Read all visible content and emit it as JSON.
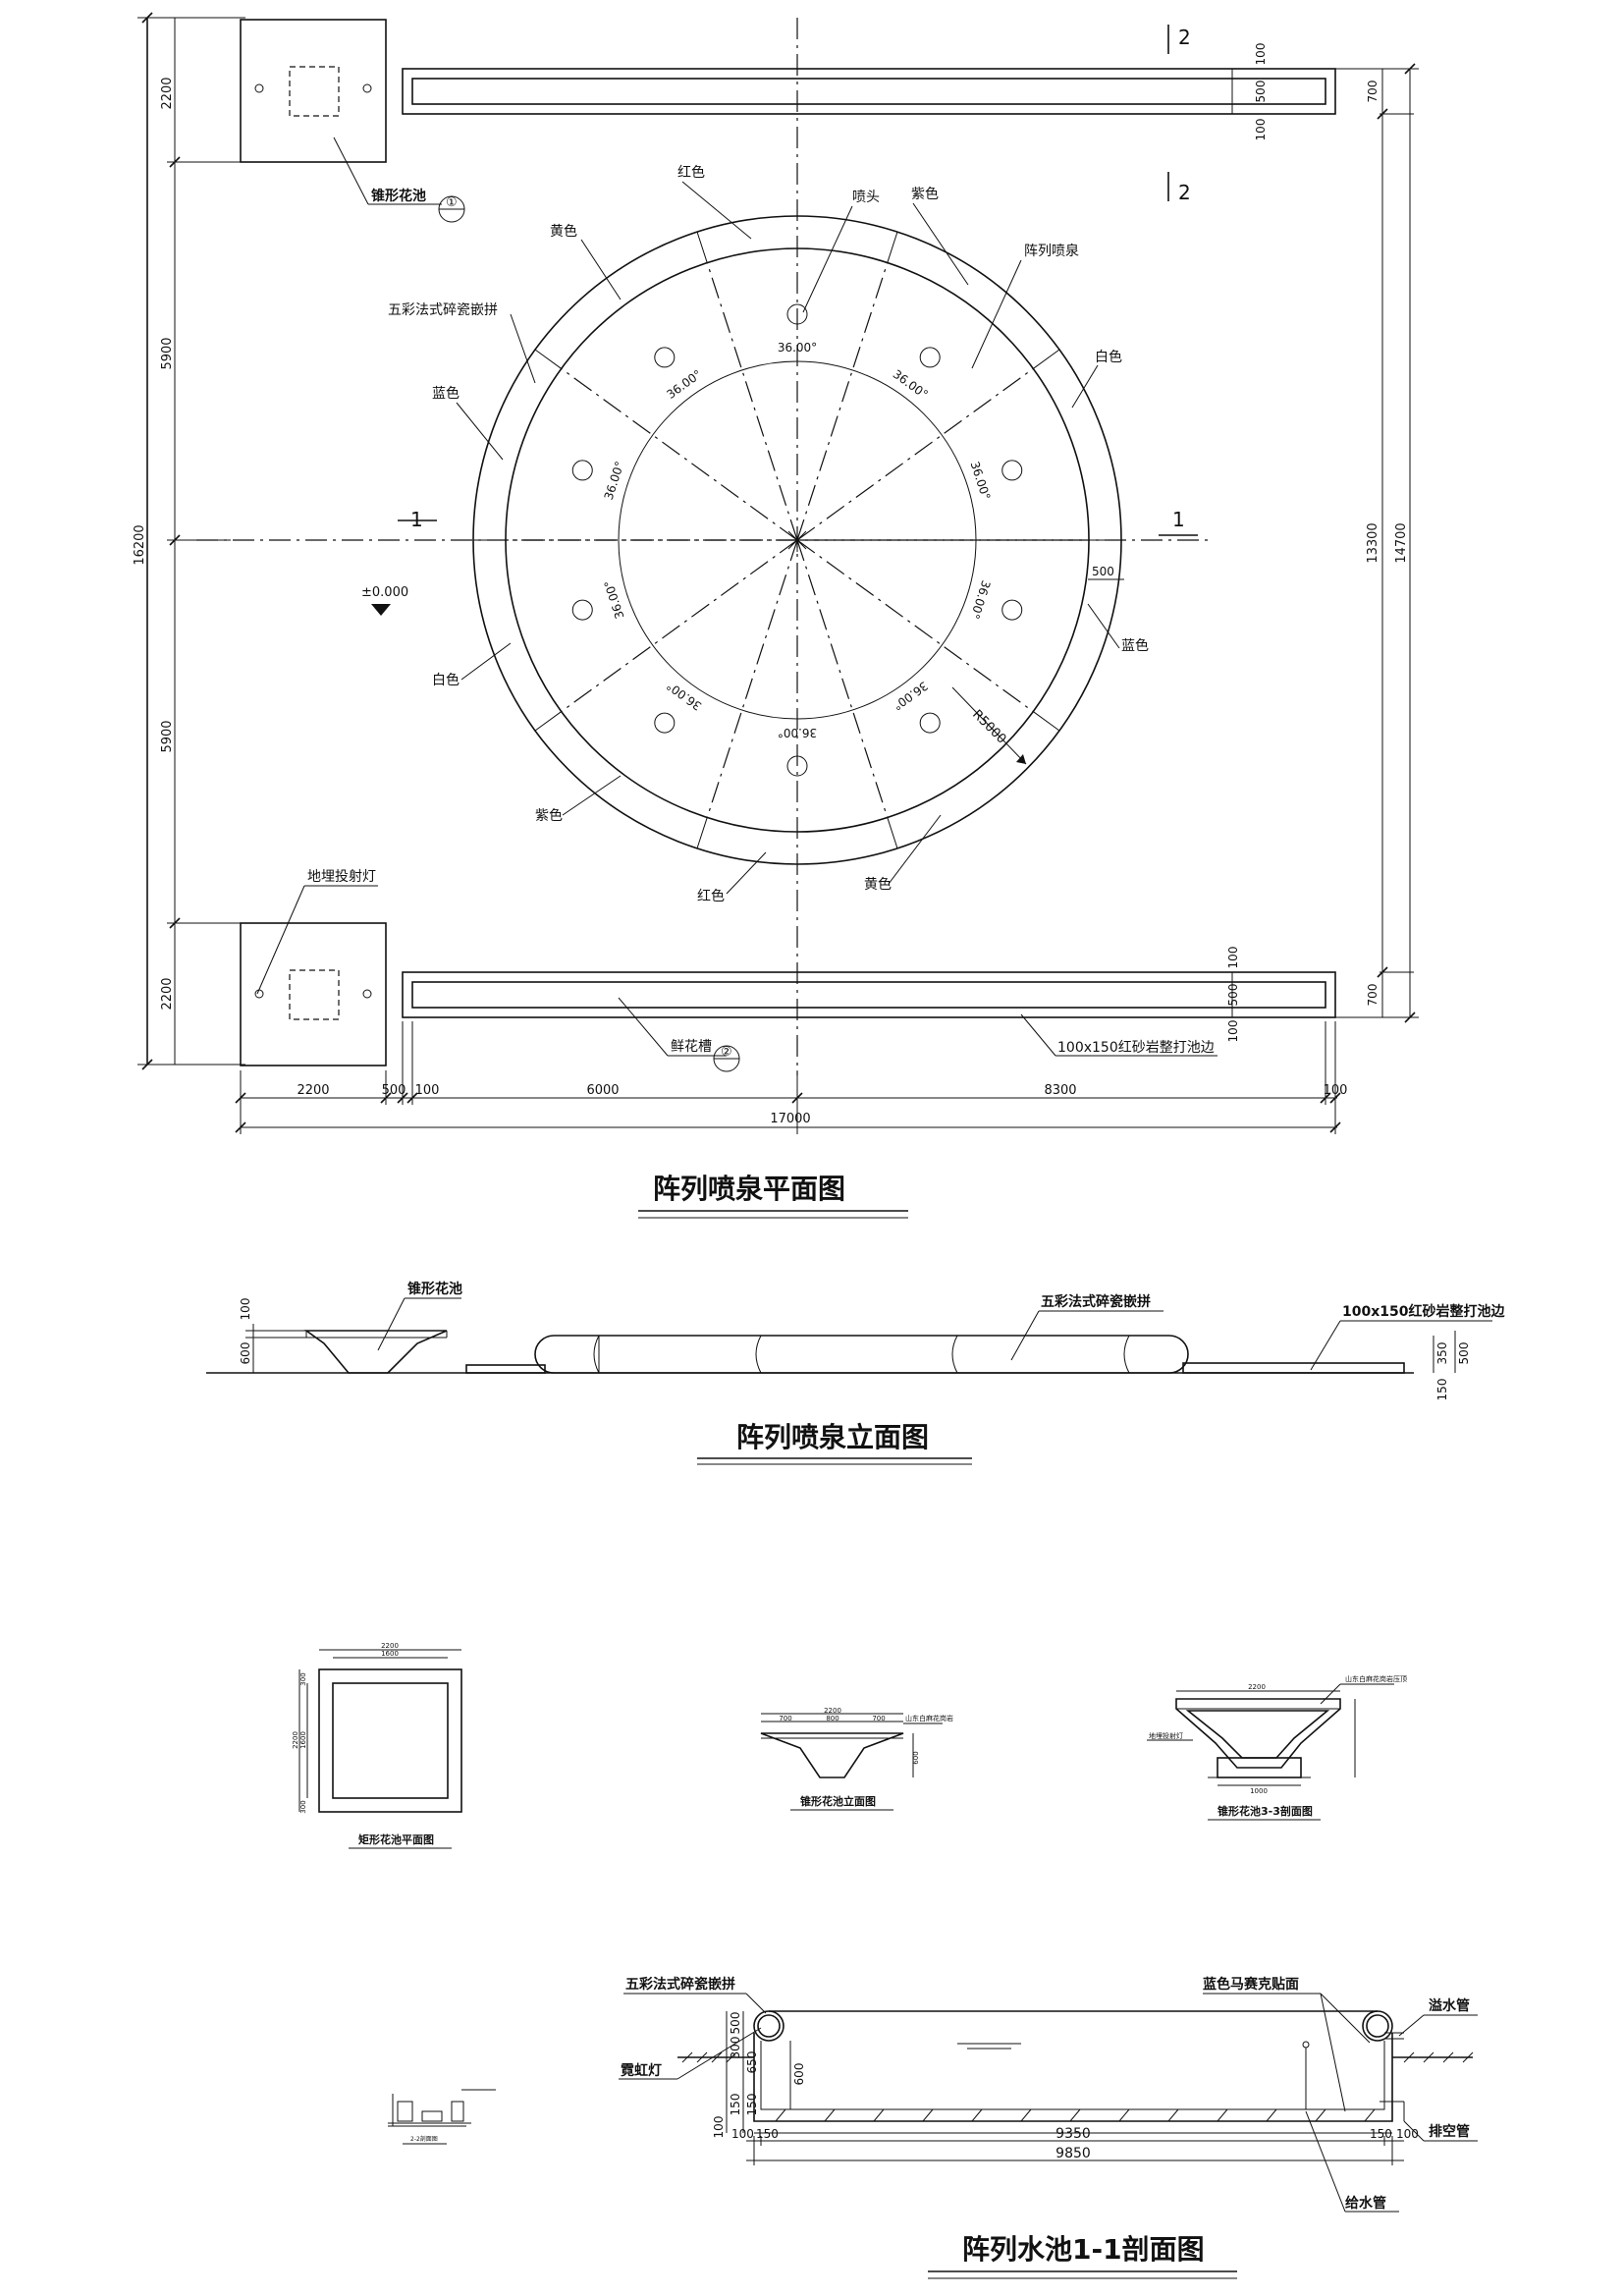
{
  "plan": {
    "title": "阵列喷泉平面图",
    "labels": {
      "cone_pool": "锥形花池",
      "cone_pool_ref": "①",
      "red_top": "红色",
      "nozzle": "喷头",
      "purple_top": "紫色",
      "array_fountain": "阵列喷泉",
      "yellow_top": "黄色",
      "mosaic": "五彩法式碎瓷嵌拼",
      "white_right": "白色",
      "blue_left": "蓝色",
      "blue_right": "蓝色",
      "white_left": "白色",
      "purple_bottom": "紫色",
      "red_bottom": "红色",
      "yellow_bottom": "黄色",
      "ground_light": "地埋投射灯",
      "flower_trough": "鲜花槽",
      "trough_ref": "②",
      "edge_stone": "100x150红砂岩整打池边",
      "level": "±0.000",
      "radius": "R5000",
      "ring_width": "500",
      "section1": "1",
      "section2": "2",
      "angle": "36.00°"
    },
    "dims": {
      "left_top": "2200",
      "left_mid1": "5900",
      "left_total": "16200",
      "left_mid2": "5900",
      "left_bottom": "2200",
      "right_inner": "13300",
      "right_outer": "14700",
      "top_100a": "100",
      "top_500": "500",
      "top_100b": "100",
      "top_700": "700",
      "bot_100": "100",
      "bot_500": "500",
      "bot_100b": "100",
      "bot_700": "700",
      "b_2200": "2200",
      "b_500": "500",
      "b_100": "100",
      "b_6000": "6000",
      "b_8300": "8300",
      "b_100r": "100",
      "b_total": "17000"
    }
  },
  "elevation": {
    "title": "阵列喷泉立面图",
    "cone_pool": "锥形花池",
    "mosaic": "五彩法式碎瓷嵌拼",
    "edge_stone": "100x150红砂岩整打池边",
    "dim_100": "100",
    "dim_600": "600",
    "dim_350": "350",
    "dim_500": "500",
    "dim_150": "150"
  },
  "details": {
    "rect_plan_title": "矩形花池平面图",
    "rect_dims": [
      "2200",
      "1600",
      "2200",
      "1600",
      "300",
      "300"
    ],
    "cone_elev_title": "锥形花池立面图",
    "cone_elev_note": "山东白麻花岗岩",
    "cone_elev_dims": [
      "2200",
      "700",
      "800",
      "700",
      "600"
    ],
    "cone_sec_title": "锥形花池3-3剖面图",
    "cone_sec_note1": "山东白麻花岗岩压顶",
    "cone_sec_note2": "地埋投射灯",
    "cone_sec_dims": [
      "2200",
      "1000"
    ],
    "small_title": "2-2剖面图"
  },
  "section": {
    "title": "阵列水池1-1剖面图",
    "mosaic": "五彩法式碎瓷嵌拼",
    "blue_mosaic": "蓝色马赛克贴面",
    "overflow": "溢水管",
    "neon": "霓虹灯",
    "drain": "排空管",
    "supply": "给水管",
    "dim_500": "500",
    "dim_300": "300",
    "dim_650": "650",
    "dim_150": "150",
    "dim_100": "100",
    "dim_600": "600",
    "dim_150b": "150",
    "dim_9350": "9350",
    "dim_9850": "9850",
    "dim_150r": "150",
    "dim_100r": "100",
    "dim_100l": "100",
    "dim_150l": "150"
  }
}
